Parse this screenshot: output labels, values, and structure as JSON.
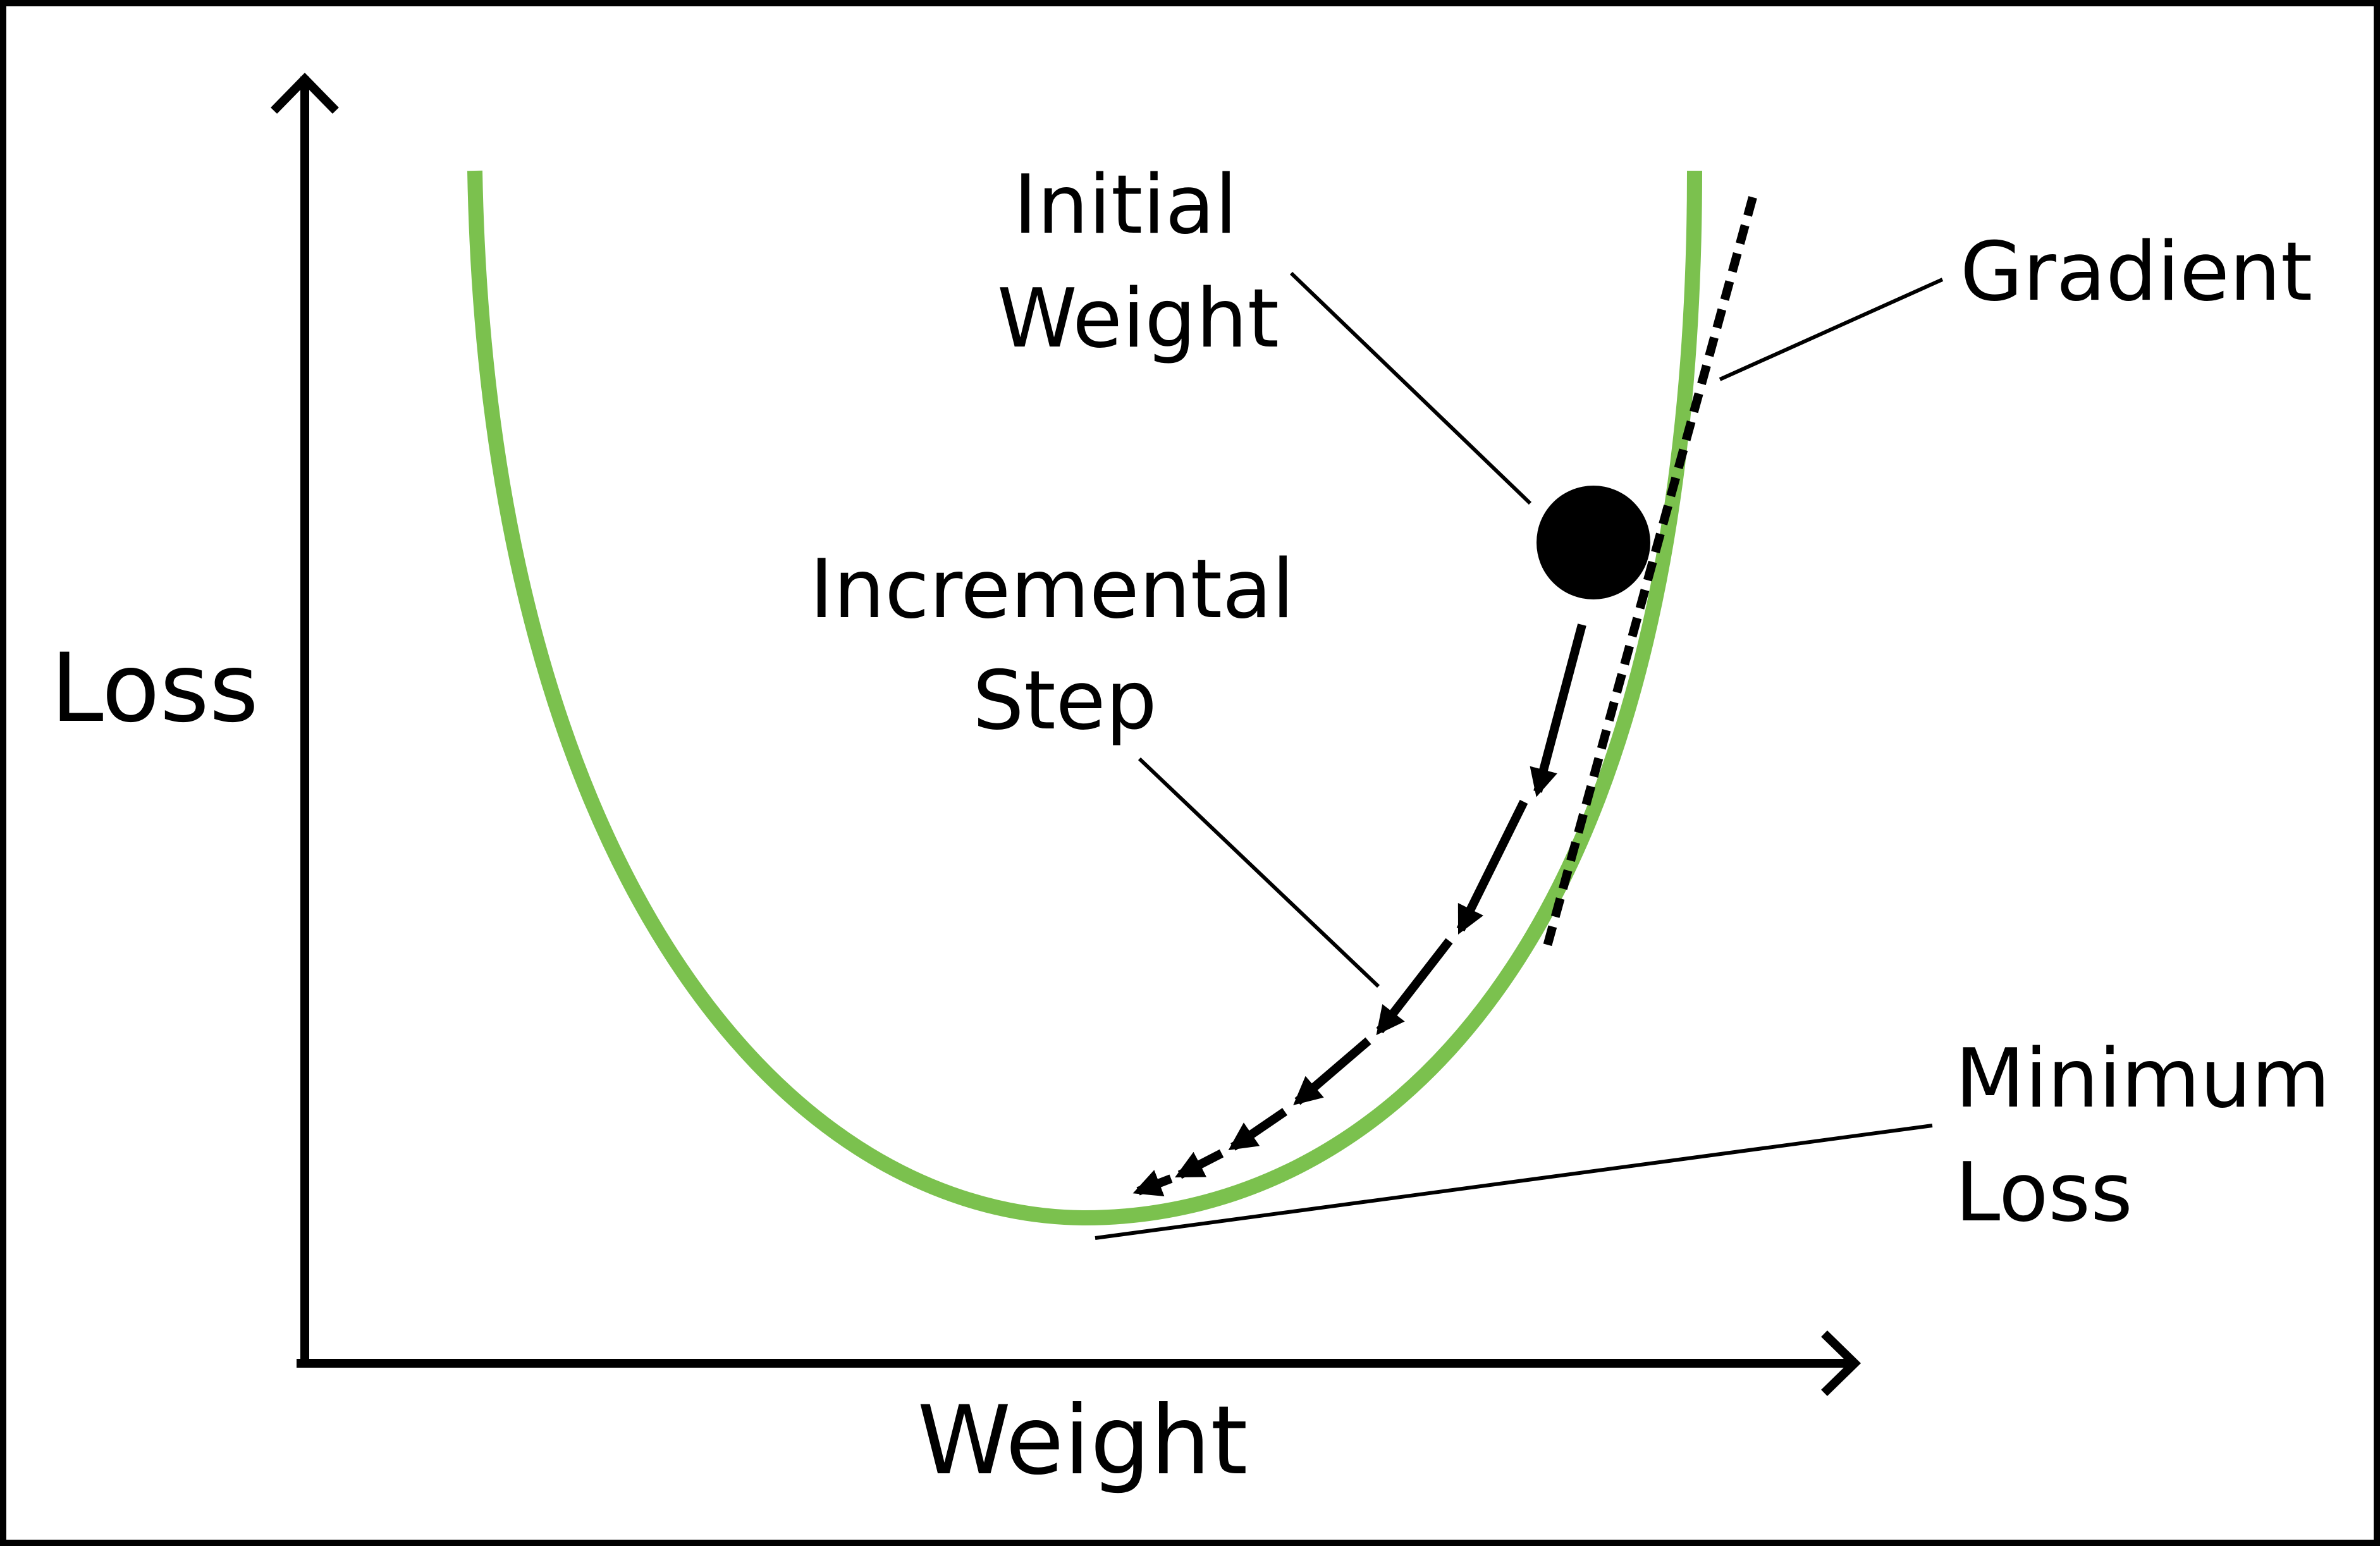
{
  "labels": {
    "y_axis": "Loss",
    "x_axis": "Weight",
    "initial_weight": [
      "Initial",
      "Weight"
    ],
    "incremental_step": [
      "Incremental",
      "Step"
    ],
    "gradient": "Gradient",
    "minimum_loss": [
      "Minimum",
      "Loss"
    ]
  },
  "colors": {
    "curve": "#7bc14e",
    "ink": "#000000",
    "background": "#ffffff"
  }
}
